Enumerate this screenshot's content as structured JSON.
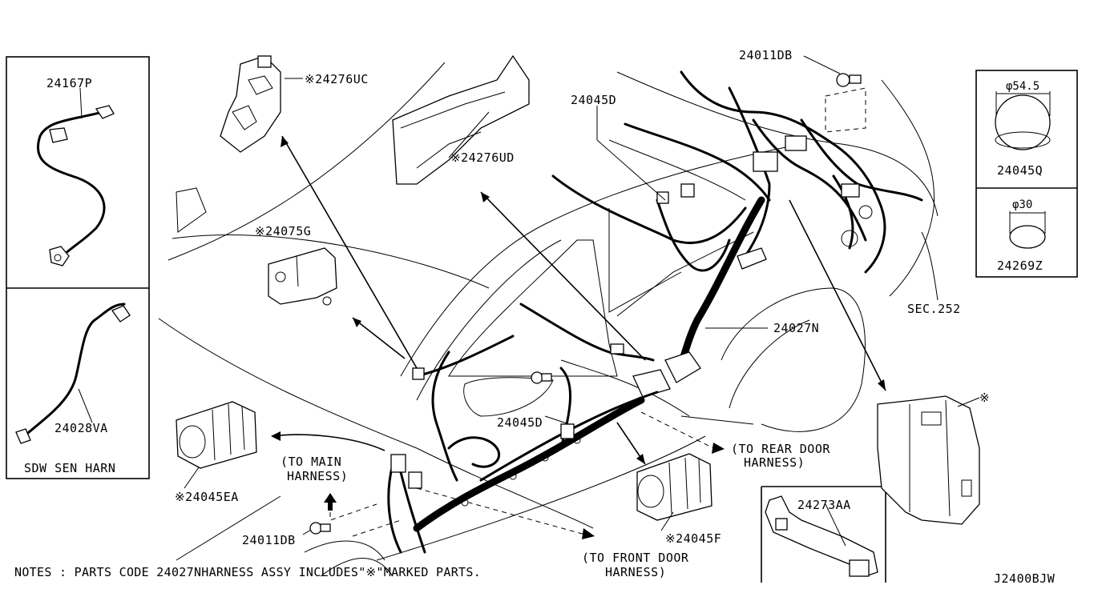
{
  "labels": {
    "p24167p": "24167P",
    "p24028va": "24028VA",
    "sdw_box_label": "SDW SEN HARN",
    "p24276uc": "※24276UC",
    "p24276ud": "※24276UD",
    "p24075g": "※24075G",
    "p24045d_top": "24045D",
    "p24045d_mid": "24045D",
    "p24011db_top": "24011DB",
    "p24011db_bot": "24011DB",
    "p24027n": "24027N",
    "sec252": "SEC.252",
    "p24045q": "24045Q",
    "dia_545": "φ54.5",
    "p24269z": "24269Z",
    "dia_30": "φ30",
    "p24045ea": "※24045EA",
    "p24045f": "※24045F",
    "p24273aa": "24273AA",
    "asterisk_mark": "※",
    "to_main_1": "(TO MAIN",
    "to_main_2": "HARNESS)",
    "to_rear_1": "(TO REAR DOOR",
    "to_rear_2": "HARNESS)",
    "to_front_1": "(TO FRONT DOOR",
    "to_front_2": "HARNESS)",
    "notes": "NOTES : PARTS CODE 24027NHARNESS ASSY INCLUDES\"※\"MARKED PARTS.",
    "diagram_code": "J2400BJW"
  },
  "icons": [
    "harness-icon",
    "grommet-icon",
    "clip-icon",
    "bracket-icon",
    "arrow-icon"
  ]
}
